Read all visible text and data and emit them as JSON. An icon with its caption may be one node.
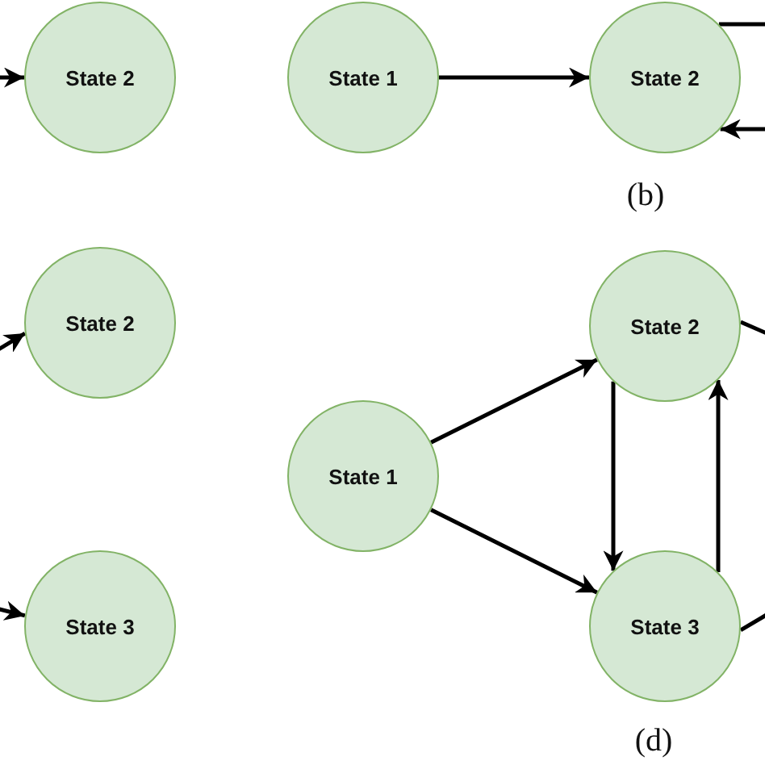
{
  "diagram": {
    "nodes": [
      {
        "text": [
          "State 2"
        ]
      },
      {
        "text": [
          "State 1"
        ]
      },
      {
        "text": [
          "State 2"
        ]
      },
      {
        "text": [
          "State 2"
        ]
      },
      {
        "text": [
          "State 1"
        ]
      },
      {
        "text": [
          "State 2"
        ]
      },
      {
        "text": [
          "State 3"
        ]
      },
      {
        "text": [
          "State 3"
        ]
      }
    ],
    "edges": [
      {
        "from": null,
        "to": 0,
        "arrow": "to"
      },
      {
        "from": 1,
        "to": 2,
        "arrow": "to"
      },
      {
        "from": 2,
        "to": null,
        "arrow": "none"
      },
      {
        "from": null,
        "to": 2,
        "arrow": "to"
      },
      {
        "from": null,
        "to": 3,
        "arrow": "to"
      },
      {
        "from": null,
        "to": 6,
        "arrow": "to"
      },
      {
        "from": 4,
        "to": 5,
        "arrow": "to"
      },
      {
        "from": 4,
        "to": 7,
        "arrow": "to"
      },
      {
        "from": 5,
        "to": 7,
        "arrow": "to"
      },
      {
        "from": 7,
        "to": 5,
        "arrow": "to"
      },
      {
        "from": 5,
        "to": null,
        "arrow": "none"
      },
      {
        "from": 7,
        "to": null,
        "arrow": "none"
      }
    ],
    "labels": [
      "(b)",
      "(d)"
    ]
  }
}
